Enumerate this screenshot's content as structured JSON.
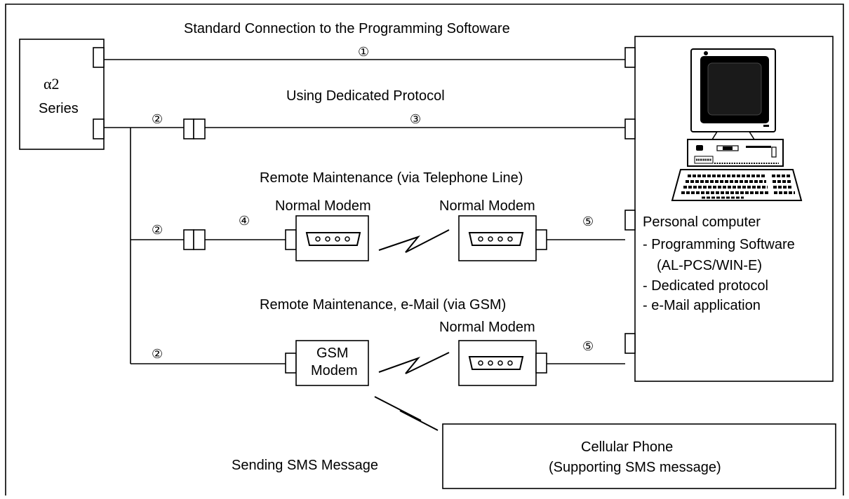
{
  "alpha_unit": {
    "symbol": "α2",
    "label": "Series"
  },
  "paths": {
    "standard": {
      "title": "Standard Connection to the Programming Softoware",
      "marker": "①"
    },
    "dedicated": {
      "title": "Using Dedicated Protocol",
      "marker_left": "②",
      "marker_right": "③"
    },
    "telephone": {
      "title": "Remote Maintenance (via Telephone Line)",
      "marker_left": "②",
      "marker_mid": "④",
      "marker_right": "⑤",
      "modem_left": "Normal Modem",
      "modem_right": "Normal Modem"
    },
    "gsm": {
      "title": "Remote Maintenance, e-Mail (via GSM)",
      "marker_left": "②",
      "marker_right": "⑤",
      "gsm_line1": "GSM",
      "gsm_line2": "Modem",
      "modem_right": "Normal Modem"
    }
  },
  "pc": {
    "title": "Personal computer",
    "items": [
      "- Programming Software",
      "(AL-PCS/WIN-E)",
      "- Dedicated protocol",
      "- e-Mail application"
    ]
  },
  "sms": {
    "label": "Sending SMS Message"
  },
  "phone": {
    "line1": "Cellular Phone",
    "line2": "(Supporting SMS message)"
  }
}
